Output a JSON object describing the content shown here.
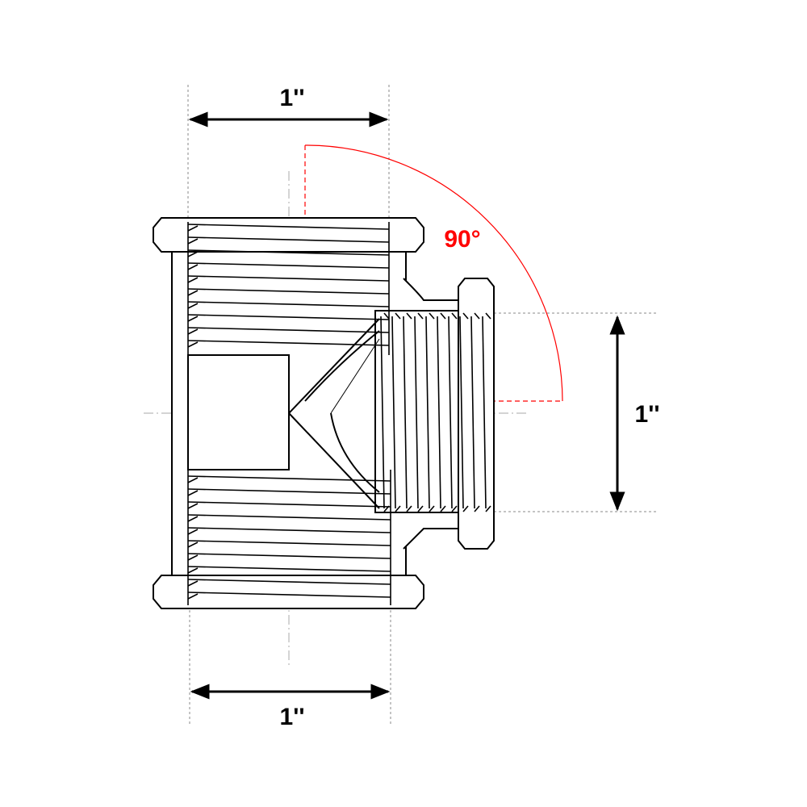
{
  "dimensions": {
    "top_width": "1''",
    "bottom_width": "1''",
    "branch_height": "1''",
    "angle": "90°"
  },
  "colors": {
    "line": "#000000",
    "angle": "#ff0000",
    "guide": "#888888"
  }
}
